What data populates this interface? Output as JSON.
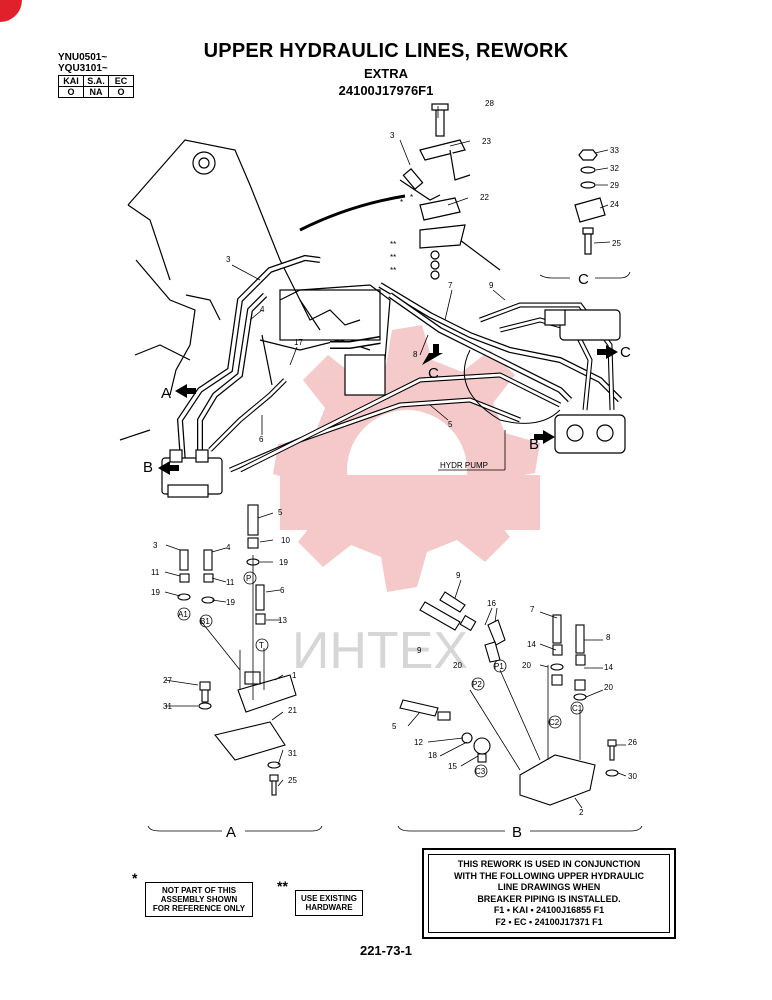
{
  "header": {
    "models": [
      "YNU0501~",
      "YQU3101~"
    ],
    "codes_head": [
      "KAI",
      "S.A.",
      "EC"
    ],
    "codes_vals": [
      "O",
      "NA",
      "O"
    ],
    "title": "UPPER HYDRAULIC LINES, REWORK",
    "subtitle": "EXTRA",
    "part_number": "24100J17976F1"
  },
  "views": {
    "a": "A",
    "b": "B",
    "c": "C"
  },
  "callouts": {
    "hydr_pump": "HYDR PUMP",
    "n1": "1",
    "n2": "2",
    "n3": "3",
    "n4": "4",
    "n5": "5",
    "n6": "6",
    "n7": "7",
    "n8": "8",
    "n9": "9",
    "n10": "10",
    "n11": "11",
    "n12": "12",
    "n13": "13",
    "n14": "14",
    "n15": "15",
    "n16": "16",
    "n17": "17",
    "n18": "18",
    "n19": "19",
    "n20": "20",
    "n21": "21",
    "n22": "22",
    "n23": "23",
    "n24": "24",
    "n25": "25",
    "n26": "26",
    "n27": "27",
    "n28": "28",
    "n29": "29",
    "n30": "30",
    "n31": "31",
    "n32": "32",
    "n33": "33",
    "star": "*",
    "dstar": "**",
    "p": "P",
    "t": "T",
    "a1": "A1",
    "b1": "B1",
    "p1": "P1",
    "p2": "P2",
    "c1": "C1",
    "c2": "C2",
    "c3": "C3"
  },
  "notes": {
    "star_symbol": "*",
    "star_lines": [
      "NOT PART OF THIS",
      "ASSEMBLY SHOWN",
      "FOR REFERENCE ONLY"
    ],
    "dstar_symbol": "**",
    "dstar_lines": [
      "USE EXISTING",
      "HARDWARE"
    ],
    "rework_lines": [
      "THIS REWORK IS USED IN CONJUNCTION",
      "WITH THE FOLLOWING UPPER HYDRAULIC",
      "LINE DRAWINGS WHEN",
      "BREAKER PIPING IS INSTALLED.",
      "F1 • KAI • 24100J16855 F1",
      "F2 • EC • 24100J17371 F1"
    ]
  },
  "watermark": "ИНТЕХ",
  "page_number": "221-73-1",
  "colors": {
    "watermark": "#f2b8b8",
    "corner_mark": "#e0202a"
  }
}
